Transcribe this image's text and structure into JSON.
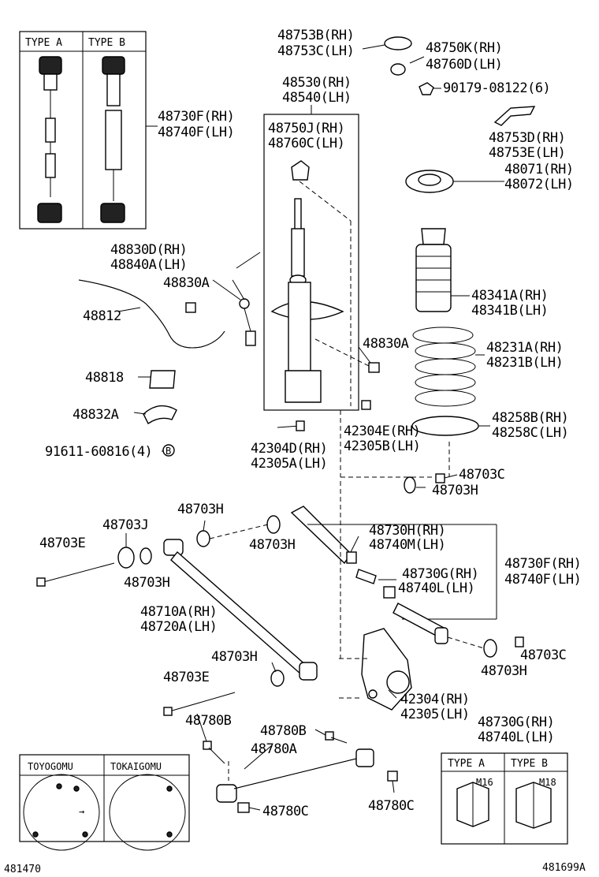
{
  "labels": {
    "type_a_top": "TYPE  A",
    "type_b_top": "TYPE  B",
    "p48753b": "48753B(RH)",
    "p48753c": "48753C(LH)",
    "p48750k": "48750K(RH)",
    "p48760d": "48760D(LH)",
    "p90179": "90179-08122(6)",
    "p48530": "48530(RH)",
    "p48540": "48540(LH)",
    "p48750j": "48750J(RH)",
    "p48760c": "48760C(LH)",
    "p48730f_top": "48730F(RH)",
    "p48740f_top": "48740F(LH)",
    "p48753d": "48753D(RH)",
    "p48753e": "48753E(LH)",
    "p48071": "48071(RH)",
    "p48072": "48072(LH)",
    "p48830d": "48830D(RH)",
    "p48840a": "48840A(LH)",
    "p48830a_l": "48830A",
    "p48812": "48812",
    "p48341a": "48341A(RH)",
    "p48341b": "48341B(LH)",
    "p48830a_r": "48830A",
    "p48231a": "48231A(RH)",
    "p48231b": "48231B(LH)",
    "p48818": "48818",
    "p48832a": "48832A",
    "p91611": "91611-60816(4)",
    "b_mark": "B",
    "p48258b": "48258B(RH)",
    "p48258c": "48258C(LH)",
    "p42304e": "42304E(RH)",
    "p42305b": "42305B(LH)",
    "p42304d": "42304D(RH)",
    "p42305a": "42305A(LH)",
    "p48703c_top": "48703C",
    "p48703h_1": "48703H",
    "p48703h_2": "48703H",
    "p48703j": "48703J",
    "p48703e_1": "48703E",
    "p48703h_3": "48703H",
    "p48730h": "48730H(RH)",
    "p48740m": "48740M(LH)",
    "p48730g_mid": "48730G(RH)",
    "p48740l_mid": "48740L(LH)",
    "p48730f_right": "48730F(RH)",
    "p48740f_right": "48740F(LH)",
    "p48703h_4": "48703H",
    "p48710a": "48710A(RH)",
    "p48720a": "48720A(LH)",
    "p48703h_5": "48703H",
    "p48703h_6": "48703H",
    "p48703c_bot": "48703C",
    "p48703e_2": "48703E",
    "p42304": "42304(RH)",
    "p42305": "42305(LH)",
    "p48730g_bot": "48730G(RH)",
    "p48740l_bot": "48740L(LH)",
    "p48780b_1": "48780B",
    "p48780b_2": "48780B",
    "p48780a": "48780A",
    "p48780c_1": "48780C",
    "p48780c_2": "48780C",
    "toyogomu": "TOYOGOMU",
    "tokaigomu": "TOKAIGOMU",
    "type_a_bot": "TYPE  A",
    "type_b_bot": "TYPE  B",
    "m16": "M16",
    "m18": "M18",
    "footer_left": "481470",
    "footer_right": "481699A"
  }
}
